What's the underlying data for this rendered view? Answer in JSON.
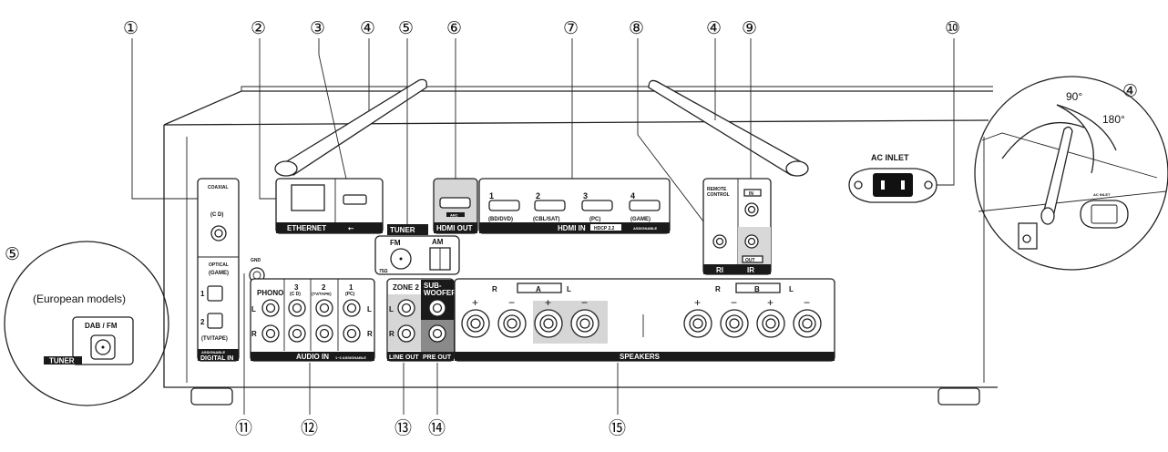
{
  "callouts": {
    "c1": "①",
    "c2": "②",
    "c3": "③",
    "c4": "④",
    "c5": "⑤",
    "c6": "⑥",
    "c7": "⑦",
    "c8": "⑧",
    "c9": "⑨",
    "c10": "⑩",
    "c11": "⑪",
    "c12": "⑫",
    "c13": "⑬",
    "c14": "⑭",
    "c15": "⑮"
  },
  "digital_in": {
    "coaxial": "COAXIAL",
    "cd": "(C D)",
    "optical": "OPTICAL",
    "game": "(GAME)",
    "n1": "1",
    "n2": "2",
    "tvtape": "(TV/TAPE)",
    "assignable": "ASSIGNABLE",
    "label": "DIGITAL IN"
  },
  "network": {
    "ethernet": "ETHERNET",
    "usb_symbol": "⭠"
  },
  "tuner": {
    "label": "TUNER",
    "fm": "FM",
    "ohm": "75Ω",
    "am": "AM"
  },
  "hdmi_out": {
    "arc": "ARC",
    "label": "HDMI OUT"
  },
  "hdmi_in": {
    "inputs": [
      {
        "num": "1",
        "name": "(BD/DVD)"
      },
      {
        "num": "2",
        "name": "(CBL/SAT)"
      },
      {
        "num": "3",
        "name": "(PC)"
      },
      {
        "num": "4",
        "name": "(GAME)"
      }
    ],
    "label": "HDMI IN",
    "hdcp": "HDCP 2.2",
    "assignable": "ASSIGNABLE"
  },
  "remote": {
    "line1": "REMOTE",
    "line2": "CONTROL",
    "label": "RI"
  },
  "ir": {
    "in": "IN",
    "out": "OUT",
    "label": "IR"
  },
  "ac_inlet": "AC INLET",
  "gnd": "GND",
  "audio_in": {
    "phono": "PHONO",
    "n3": "3",
    "cd": "(C D)",
    "n2": "2",
    "tvtape": "(TV/TAPE)",
    "n1": "1",
    "pc": "(PC)",
    "l": "L",
    "r": "R",
    "label": "AUDIO IN",
    "assignable": "1~3 ASSIGNABLE"
  },
  "zone2": {
    "label": "ZONE 2",
    "l": "L",
    "r": "R",
    "line_out": "LINE OUT"
  },
  "subwoofer": {
    "line1": "SUB-",
    "line2": "WOOFER",
    "pre_out": "PRE OUT"
  },
  "speakers": {
    "label": "SPEAKERS",
    "a": "A",
    "b": "B",
    "r": "R",
    "l": "L",
    "plus": "+",
    "minus": "−"
  },
  "european": {
    "title": "(European models)",
    "dab": "DAB / FM",
    "tuner": "TUNER"
  },
  "antenna_detail": {
    "deg90": "90°",
    "deg180": "180°",
    "ac_inlet": "AC INLET"
  }
}
